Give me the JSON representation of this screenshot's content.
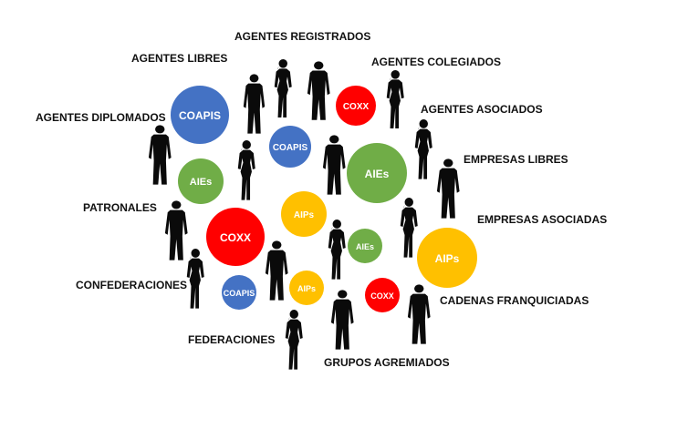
{
  "labels": {
    "registrados": "AGENTES REGISTRADOS",
    "libres": "AGENTES LIBRES",
    "colegiados": "AGENTES COLEGIADOS",
    "asociados": "AGENTES ASOCIADOS",
    "diplomados": "AGENTES DIPLOMADOS",
    "empresas_libres": "EMPRESAS LIBRES",
    "patronales": "PATRONALES",
    "empresas_asociadas": "EMPRESAS ASOCIADAS",
    "confederaciones": "CONFEDERACIONES",
    "cadenas": "CADENAS FRANQUICIADAS",
    "federaciones": "FEDERACIONES",
    "grupos": "GRUPOS AGREMIADOS"
  },
  "bubbles": {
    "coapis": "COAPIS",
    "coxx": "COXX",
    "aies": "AIEs",
    "aips": "AIPs"
  },
  "colors": {
    "coapis": "#4472C4",
    "coxx": "#FF0000",
    "aies": "#70AD47",
    "aips": "#FFC000",
    "silhouette": "#0a0a0a"
  }
}
